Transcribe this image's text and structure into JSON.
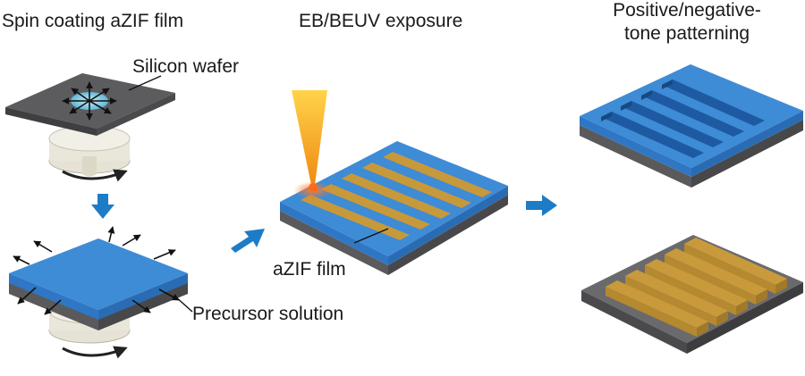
{
  "steps": {
    "spin_coating": "Spin coating aZIF film",
    "exposure": "EB/BEUV exposure",
    "patterning_line1": "Positive/negative-",
    "patterning_line2": "tone patterning"
  },
  "callouts": {
    "silicon_wafer": "Silicon wafer",
    "azif_film": "aZIF film",
    "precursor_solution": "Precursor solution"
  },
  "colors": {
    "wafer_top": "#5c5c5e",
    "film_top": "#3e8bd6",
    "film_side": "#2f77c4",
    "resist_lines": "#c7993a",
    "beam": "#f3b51c",
    "flow_arrow": "#1c7cc7"
  }
}
